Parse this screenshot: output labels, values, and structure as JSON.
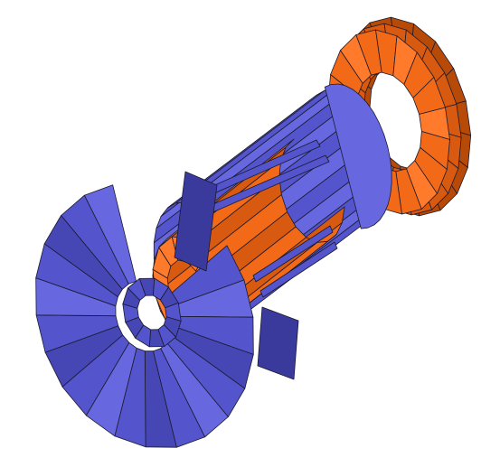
{
  "scene": {
    "description_colors": {
      "blue_light": "#6767e0",
      "blue": "#5454cc",
      "blue_dark": "#4646b4",
      "blue_shadow": "#3a3a9c",
      "orange_light": "#ff7a2a",
      "orange": "#f26a18",
      "orange_dark": "#d85a10",
      "orange_shadow": "#b84a08",
      "outline": "#1a1a2e"
    },
    "components": [
      "back-orange-disk",
      "blue-tube-outer",
      "orange-inner-core",
      "blue-front-disk"
    ]
  }
}
